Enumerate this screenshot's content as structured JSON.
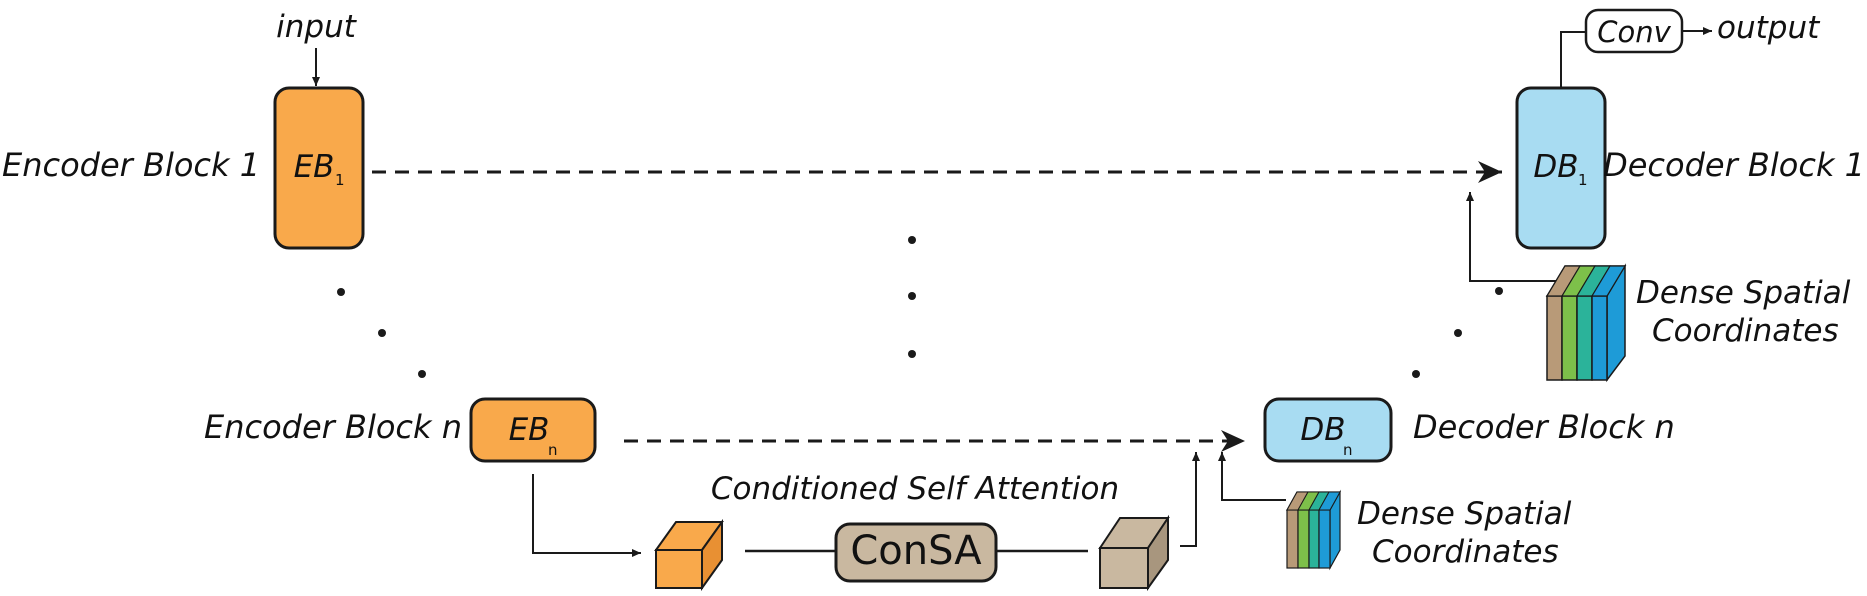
{
  "labels": {
    "input": "input",
    "output": "output",
    "conv": "Conv",
    "encoder_block_1": "Encoder Block 1",
    "encoder_block_n": "Encoder Block n",
    "decoder_block_1": "Decoder Block 1",
    "decoder_block_n": "Decoder Block n",
    "dense_spatial_top_line1": "Dense Spatial",
    "dense_spatial_top_line2": "Coordinates",
    "dense_spatial_bottom_line1": "Dense Spatial",
    "dense_spatial_bottom_line2": "Coordinates",
    "conditioned_self_attention": "Conditioned Self Attention",
    "consa": "ConSA"
  },
  "blocks": {
    "eb1": {
      "main": "EB",
      "sub": "1"
    },
    "ebn": {
      "main": "EB",
      "sub": "n"
    },
    "db1": {
      "main": "DB",
      "sub": "1"
    },
    "dbn": {
      "main": "DB",
      "sub": "n"
    }
  },
  "colors": {
    "encoder": "#F9A94B",
    "decoder": "#A8DCF2",
    "consa": "#C9B8A0",
    "feature_tan": "#B89A78",
    "feature_green": "#7DC04A",
    "feature_teal": "#2BB39A",
    "feature_blue": "#1E9BD7",
    "stroke": "#1a1a1a"
  }
}
